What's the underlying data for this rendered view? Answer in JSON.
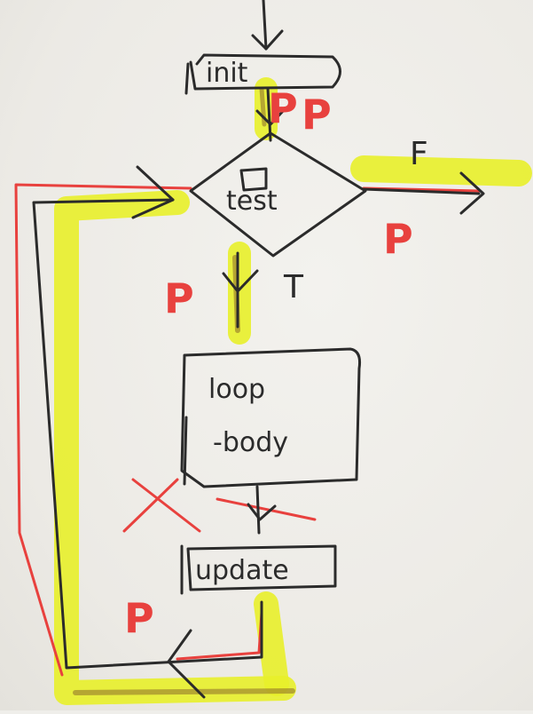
{
  "diagram": {
    "nodes": {
      "init": "init",
      "test": "test",
      "loop_body_line1": "loop",
      "loop_body_line2": "-body",
      "update": "update"
    },
    "branches": {
      "true": "T",
      "false": "F"
    },
    "path_marks": [
      "P",
      "P",
      "P",
      "P",
      "P"
    ],
    "colors": {
      "ink": "#2b2b2b",
      "path_red": "#e8413e",
      "highlight": "#e8ef2a"
    }
  }
}
